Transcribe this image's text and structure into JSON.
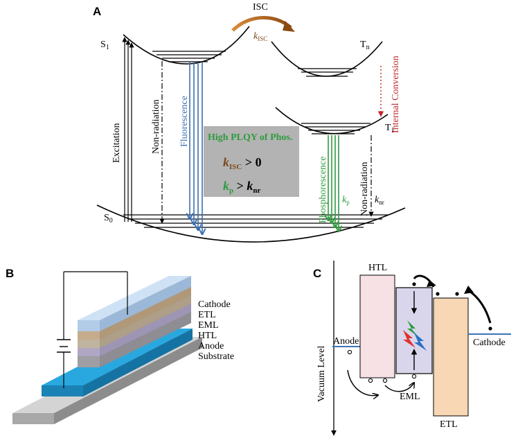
{
  "panel_a": {
    "letter": "A",
    "isc_label": "ISC",
    "k_isc_main": "k",
    "k_isc_sub": "ISC",
    "s1_main": "S",
    "s1_sub": "1",
    "s0_main": "S",
    "s0_sub": "0",
    "tn_main": "T",
    "tn_sub": "n",
    "t1_main": "T",
    "t1_sub": "1",
    "excitation": "Excitation",
    "nonrad_left": "Non-radiation",
    "fluorescence": "Fluorescence",
    "internal_conversion": "Internal Conversion",
    "phosphorescence": "Phosphorescence",
    "kp_main": "k",
    "kp_sub": "p",
    "nonrad_right": "Non-radiation",
    "knr_main": "k",
    "knr_sub": "nr",
    "box_title": "High PLQY of Phos.",
    "box_line1_k": "k",
    "box_line1_sub": "ISC",
    "box_line1_rest": " > 0",
    "box_line2_k": "k",
    "box_line2_sub": "p",
    "box_line2_mid": " > ",
    "box_line2_k2": "k",
    "box_line2_sub2": "nr"
  },
  "panel_b": {
    "letter": "B",
    "layers": [
      "Cathode",
      "ETL",
      "EML",
      "HTL",
      "Anode",
      "Substrate"
    ]
  },
  "panel_c": {
    "letter": "C",
    "vacuum_level": "Vacuum Level",
    "anode": "Anode",
    "cathode": "Cathode",
    "htl": "HTL",
    "eml": "EML",
    "etl": "ETL"
  },
  "colors": {
    "fluorescence": "#3a6fb0",
    "phosphorescence": "#2e9b3e",
    "internal_conversion": "#c0282b",
    "isc_arrow": "#b8682a",
    "gray_box": "#b3b3b3",
    "htl_fill": "#f7e1e4",
    "eml_fill": "#d9d6ec",
    "etl_fill": "#f8d7b4",
    "electrode_line": "#3c74b8"
  }
}
